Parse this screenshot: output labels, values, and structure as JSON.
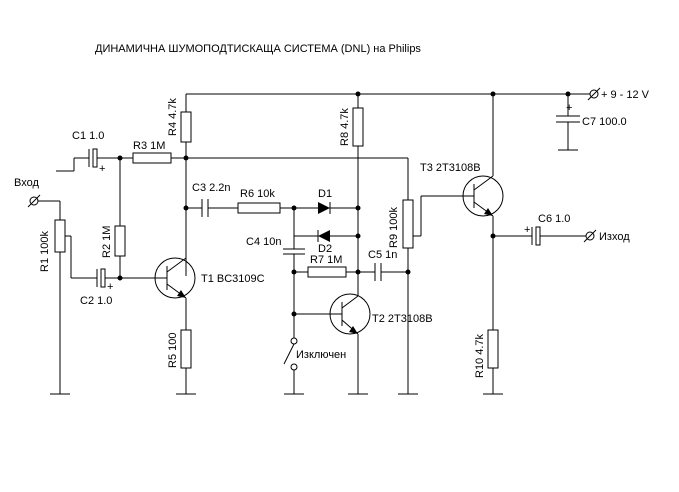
{
  "title": "ДИНАМИЧНА  ШУМОПОДТИСКАЩА  СИСТЕМА  (DNL)   на  Philips",
  "ports": {
    "input": "Вход",
    "output": "Изход",
    "supply": "+ 9 - 12 V",
    "switch": "Изключен"
  },
  "parts": {
    "c1": "C1 1.0",
    "c2": "C2 1.0",
    "c3": "C3 2.2n",
    "c4": "C4 10n",
    "c5": "C5 1n",
    "c6": "C6 1.0",
    "c7": "C7 100.0",
    "r1": "R1 100k",
    "r2": "R2 1M",
    "r3": "R3 1M",
    "r4": "R4 4.7k",
    "r5": "R5 100",
    "r6": "R6 10k",
    "r7": "R7 1M",
    "r8": "R8 4.7k",
    "r9": "R9 100k",
    "r10": "R10 4.7k",
    "d1": "D1",
    "d2": "D2",
    "t1": "T1 BC3109C",
    "t2": "T2 2T3108B",
    "t3": "T3 2T3108B"
  },
  "polarity": "+"
}
